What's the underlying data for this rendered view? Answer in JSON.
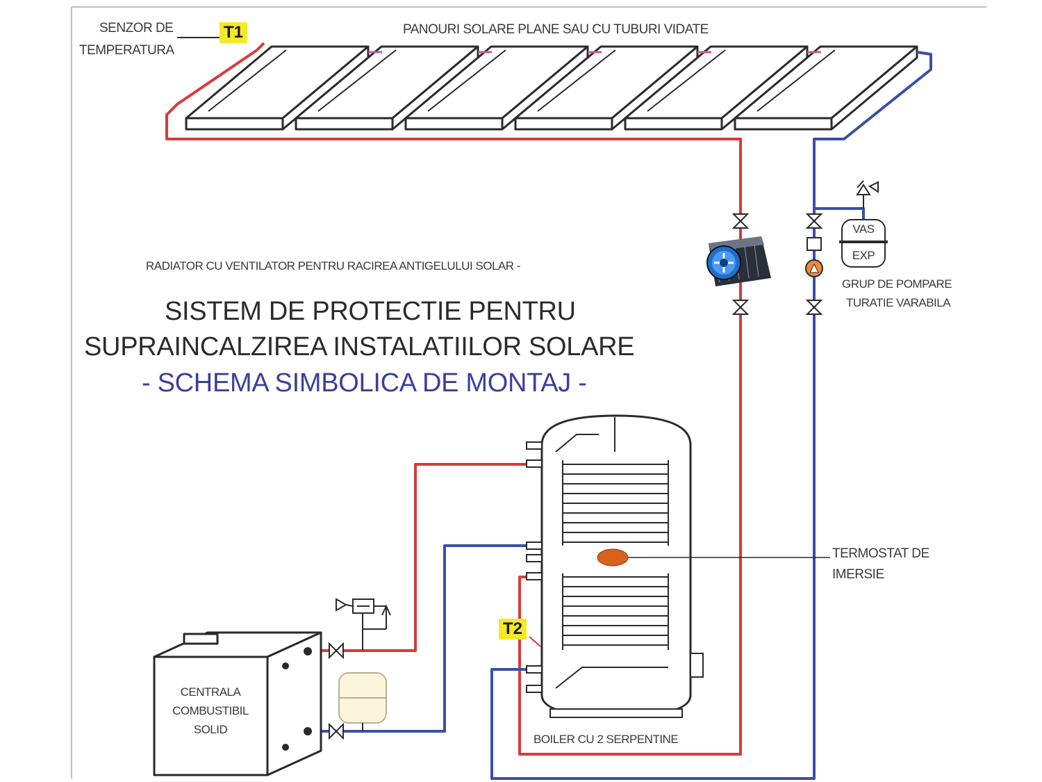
{
  "labels": {
    "sensor_line1": "SENZOR DE",
    "sensor_line2": "TEMPERATURA",
    "t1": "T1",
    "t2": "T2",
    "panels": "PANOURI SOLARE PLANE SAU CU TUBURI VIDATE",
    "radiator": "RADIATOR CU VENTILATOR PENTRU RACIREA ANTIGELULUI SOLAR -",
    "pump_line1": "GRUP DE POMPARE",
    "pump_line2": "TURATIE VARABILA",
    "vas": "VAS",
    "exp": "EXP",
    "thermostat_line1": "TERMOSTAT DE",
    "thermostat_line2": "IMERSIE",
    "boiler": "BOILER CU 2 SERPENTINE",
    "central_line1": "CENTRALA",
    "central_line2": "COMBUSTIBIL",
    "central_line3": "SOLID"
  },
  "title": {
    "line1": "SISTEM DE PROTECTIE PENTRU",
    "line2": "SUPRAINCALZIREA INSTALATIILOR SOLARE",
    "line3": "- SCHEMA SIMBOLICA DE MONTAJ -"
  },
  "colors": {
    "hot_pipe": "#d93a3a",
    "cold_pipe": "#3a4fa8",
    "outline": "#2a2a2a",
    "tag_yellow": "#f4e928",
    "title_blue": "#3c3f9a"
  }
}
